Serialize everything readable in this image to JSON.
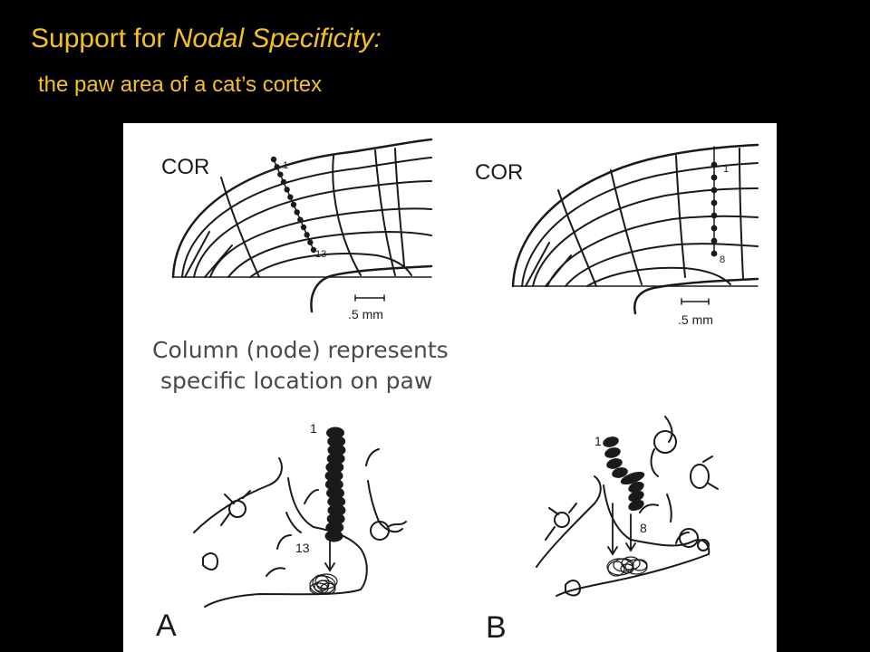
{
  "slide": {
    "title_prefix": "Support for ",
    "title_emphasis": "Nodal Specificity:",
    "subtitle": "the paw area of a cat’s cortex",
    "accent_color": "#f4c21d"
  },
  "figure": {
    "caption_line1": "Column (node) represents",
    "caption_line2": "specific location on paw",
    "panel_a": {
      "label_cor": "COR",
      "scale": ".5 mm",
      "electrode_first": "1",
      "electrode_last": "13",
      "panel_letter": "A"
    },
    "panel_b": {
      "label_cor": "COR",
      "scale": ".5 mm",
      "electrode_first": "1",
      "electrode_last": "8",
      "panel_letter": "B"
    }
  }
}
